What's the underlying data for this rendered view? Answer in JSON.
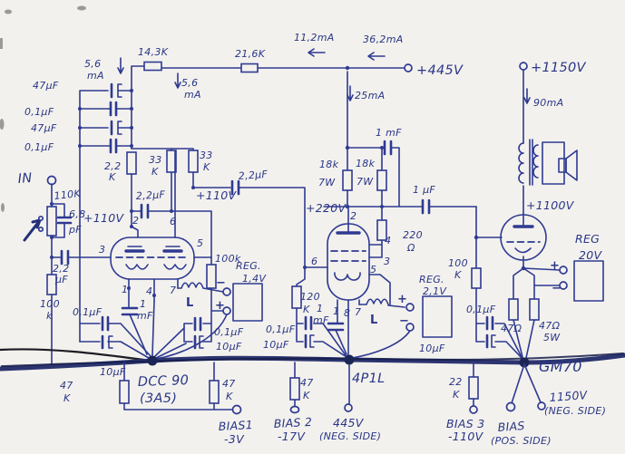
{
  "meta": {
    "description": "Hand-drawn tube amplifier schematic: DCC90 (3A5) input stage, 4P1L driver, GM70 output with transformer and speaker",
    "ink_color": "#2e3a92",
    "paper_color": "#f3f1ed",
    "bus_color": "#2c3570"
  },
  "labels": {
    "v445": "+445V",
    "v1150": "+1150V",
    "v1100": "+1100V",
    "v220": "+220V",
    "v110a": "+110V",
    "v110b": "+110V",
    "r14k3": "14,3K",
    "r21k6": "21,6K",
    "i56a1": "5,6",
    "i56a2": "mA",
    "i56b1": "5,6",
    "i56b2": "mA",
    "i112": "11,2mA",
    "i362": "36,2mA",
    "i25": "25mA",
    "i90": "90mA",
    "c47a": "47µF",
    "c01a": "0,1µF",
    "c47b": "47µF",
    "c01b": "0,1µF",
    "in": "IN",
    "r110k": "110K",
    "c68a": "6,8",
    "c68b": "pF",
    "c22in1": "2,2",
    "c22in2": "µF",
    "r100in1": "100",
    "r100in2": "k",
    "r22a1": "2,2",
    "r22a2": "K",
    "r33a1": "33",
    "r33a2": "K",
    "r33b1": "33",
    "r33b2": "K",
    "c22a": "2,2µF",
    "c22b": "2,2µF",
    "t1p1": "1",
    "t1p2": "2",
    "t1p3": "3",
    "t1p4": "4",
    "t1p5": "5",
    "t1p6": "6",
    "t1p7": "7",
    "r100ka": "100k",
    "reg1a": "REG.",
    "reg1b": "1,4V",
    "reg1m": "−",
    "reg1p": "+",
    "l1": "L",
    "c1mfa1": "1",
    "c1mfa2": "mF",
    "c01c": "0,1µF",
    "c10a": "10µF",
    "c01d": "0,1µF",
    "c10b": "10µF",
    "r47a1": "47",
    "r47a2": "K",
    "r47b1": "47",
    "r47b2": "K",
    "t1name1": "DCC 90",
    "t1name2": "(3A5)",
    "bias1a": "BIAS1",
    "bias1b": "-3V",
    "c1mftop": "1 mF",
    "r18a1": "18k",
    "r18a2": "7W",
    "r18b1": "18k",
    "r18b2": "7W",
    "c1ufa": "1 µF",
    "r220a": "220",
    "r220b": "Ω",
    "t2p1": "1",
    "t2p2": "2",
    "t2p3": "3",
    "t2p4": "4",
    "t2p5": "5",
    "t2p6": "6",
    "t2p7": "7",
    "t2p8": "8",
    "r120a": "120",
    "r120b": "K",
    "c1mfb1": "1",
    "c1mfb2": "mF",
    "c01e": "0,1µF",
    "c10c": "10µF",
    "reg2a": "REG.",
    "reg2b": "2,1V",
    "reg2p": "+",
    "reg2m": "−",
    "l2": "L",
    "r47c1": "47",
    "r47c2": "K",
    "t2name": "4P1L",
    "bias2a": "BIAS 2",
    "bias2b": "-17V",
    "t445a": "445V",
    "t445b": "(NEG. SIDE)",
    "r100kb1": "100",
    "r100kb2": "K",
    "c01f": "0,1µF",
    "c10d": "10µF",
    "r47oa": "47Ω",
    "r47ob1": "47Ω",
    "r47ob2": "5W",
    "reg3a": "REG",
    "reg3b": "20V",
    "reg3p": "+",
    "reg3m": "−",
    "r22k1": "22",
    "r22k2": "K",
    "t3name": "GM70",
    "bias3a": "BIAS 3",
    "bias3b": "-110V",
    "biaspa": "BIAS",
    "biaspb": "(POS. SIDE)",
    "t1150a": "1150V",
    "t1150b": "(NEG. SIDE)"
  }
}
